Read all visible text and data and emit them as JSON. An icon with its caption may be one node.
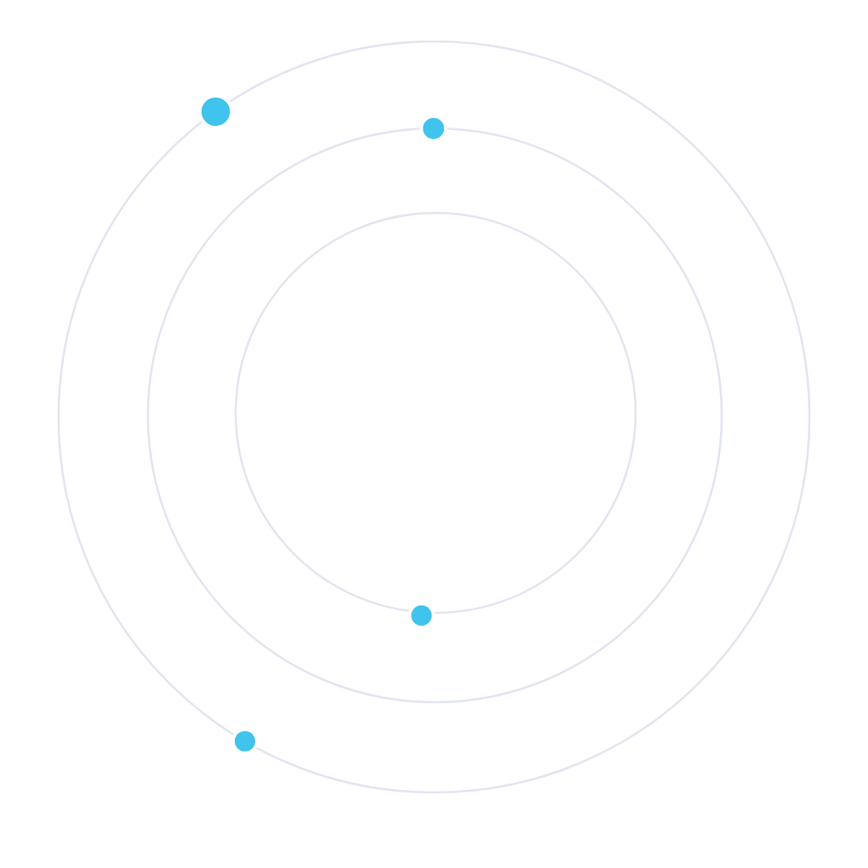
{
  "diagram": {
    "nodes": [
      {
        "text": [],
        "shape": "circle"
      },
      {
        "text": [],
        "shape": "circle",
        "in": 0
      },
      {
        "text": [],
        "shape": "circle",
        "in": 1
      },
      {
        "text": [],
        "shape": "circle"
      },
      {
        "text": [],
        "shape": "circle",
        "in": 0
      },
      {
        "text": [],
        "shape": "circle",
        "in": 1
      },
      {
        "text": [],
        "shape": "circle"
      }
    ]
  }
}
